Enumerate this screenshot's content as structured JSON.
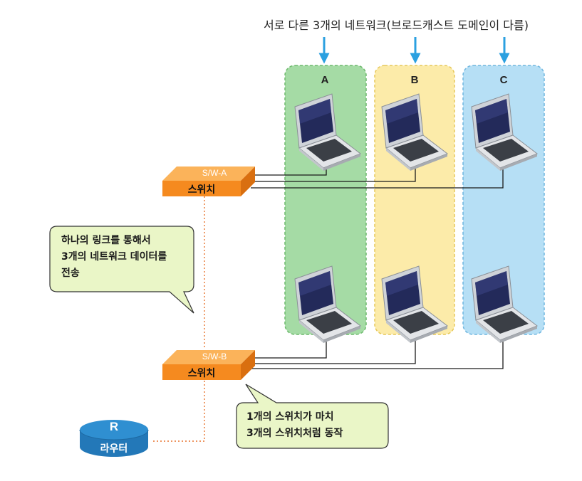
{
  "title": "서로 다른 3개의 네트워크(브로드캐스트 도메인이 다름)",
  "colors": {
    "arrow": "#2ba0e0",
    "zone_a": "#8fd28f",
    "zone_b": "#fbe79a",
    "zone_c": "#a9d9f3",
    "switch_face": "#f58a1f",
    "switch_top": "#fbb35a",
    "bubble_fill": "#eaf6c7",
    "router": "#2f8fd1",
    "dotted_line": "#e8742f"
  },
  "zones": [
    {
      "id": "A",
      "label": "A"
    },
    {
      "id": "B",
      "label": "B"
    },
    {
      "id": "C",
      "label": "C"
    }
  ],
  "switches": [
    {
      "tag": "S/W-A",
      "name": "스위치"
    },
    {
      "tag": "S/W-B",
      "name": "스위치"
    }
  ],
  "callouts": [
    {
      "lines": [
        "하나의 링크를 통해서",
        "3개의 네트워크 데이터를",
        "전송"
      ]
    },
    {
      "lines": [
        "1개의 스위치가 마치",
        "3개의 스위치처럼 동작"
      ]
    }
  ],
  "router": {
    "letter": "R",
    "name": "라우터"
  },
  "icons": [
    "down-arrow-icon",
    "laptop-icon",
    "switch-icon",
    "router-icon"
  ]
}
